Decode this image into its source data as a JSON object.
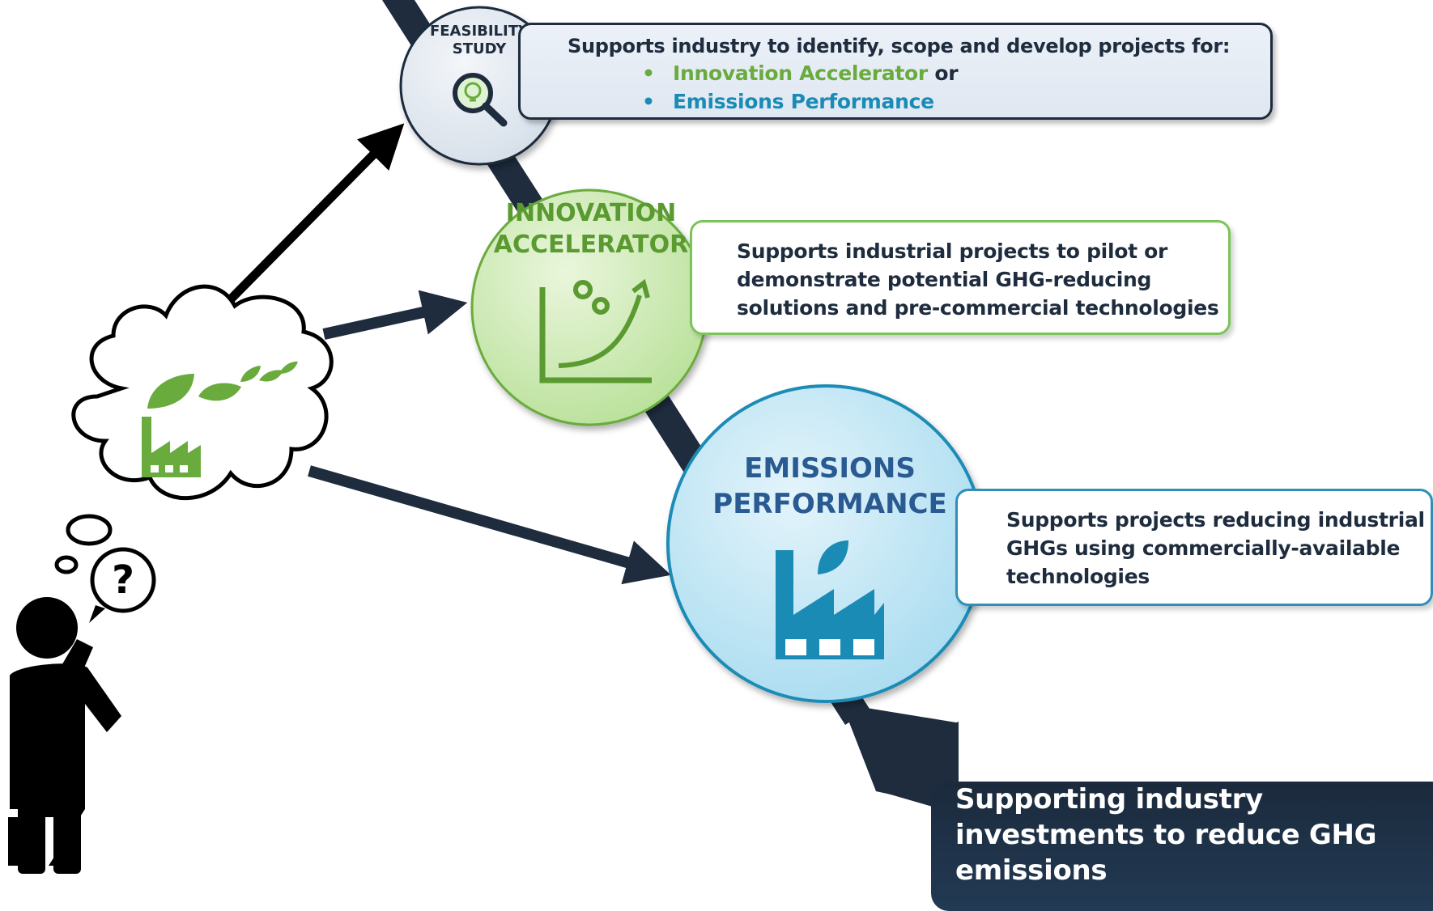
{
  "feasibility": {
    "title_line1": "FEASIBILITY",
    "title_line2": "STUDY",
    "icon": "magnifier-lightbulb-icon",
    "description": "Supports industry to identify, scope and develop projects for:",
    "options": [
      {
        "label": "Innovation Accelerator",
        "suffix": " or",
        "color": "#6aab3d"
      },
      {
        "label": "Emissions Performance",
        "suffix": "",
        "color": "#1a8bb5"
      }
    ]
  },
  "innovation": {
    "title_line1": "INNOVATION",
    "title_line2": "ACCELERATOR",
    "icon": "growth-chart-gears-icon",
    "description": "Supports industrial projects to pilot or demonstrate potential GHG-reducing solutions and pre-commercial technologies"
  },
  "emissions": {
    "title_line1": "EMISSIONS",
    "title_line2": "PERFORMANCE",
    "icon": "factory-leaf-icon",
    "description": "Supports projects reducing industrial GHGs using commercially-available technologies"
  },
  "outcome": {
    "text": "Supporting industry investments to reduce GHG emissions"
  },
  "thinker": {
    "icon": "thinking-person-icon",
    "thought_icons": [
      "leaves-icon",
      "factory-icon",
      "question-mark-icon"
    ],
    "question_mark": "?"
  },
  "colors": {
    "navy": "#1e2c3e",
    "green": "#6aab3d",
    "teal": "#1a8bb5",
    "blue_title": "#2a5a92"
  }
}
